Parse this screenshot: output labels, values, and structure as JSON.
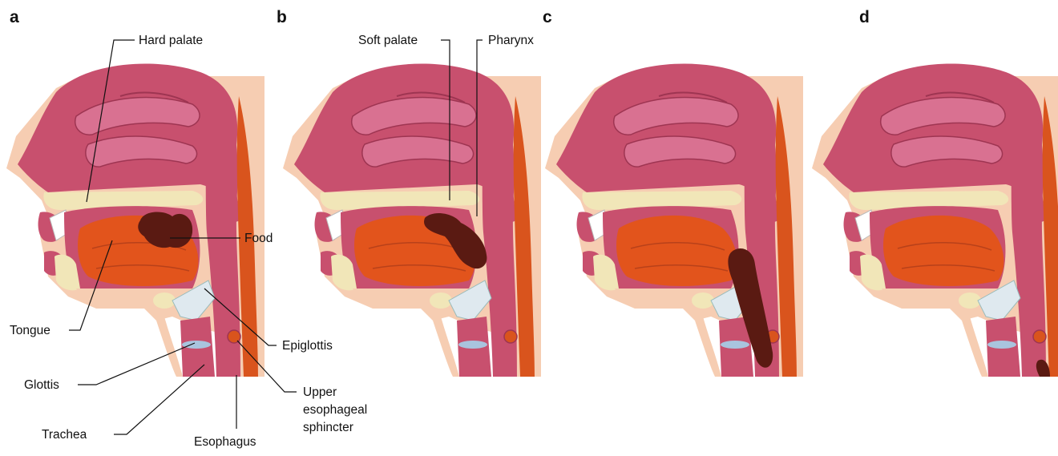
{
  "panels": [
    {
      "letter": "a"
    },
    {
      "letter": "b"
    },
    {
      "letter": "c"
    },
    {
      "letter": "d"
    }
  ],
  "labels": {
    "hard_palate": "Hard palate",
    "soft_palate": "Soft palate",
    "pharynx": "Pharynx",
    "food": "Food",
    "tongue": "Tongue",
    "epiglottis": "Epiglottis",
    "glottis": "Glottis",
    "upper_esophageal_sphincter_line1": "Upper",
    "upper_esophageal_sphincter_line2": "esophageal",
    "upper_esophageal_sphincter_line3": "sphincter",
    "trachea": "Trachea",
    "esophagus": "Esophagus"
  },
  "colors": {
    "skin": "#f6cdb2",
    "skin_light": "#fbe3d2",
    "nasal": "#c8506e",
    "nasal_dark": "#9e3552",
    "tongue": "#e2541c",
    "bone": "#f1e6b8",
    "esophagus": "#d9541d",
    "food": "#5a1a12",
    "cartilage": "#dfe9ef",
    "trachea_ring": "#a9c4de"
  }
}
